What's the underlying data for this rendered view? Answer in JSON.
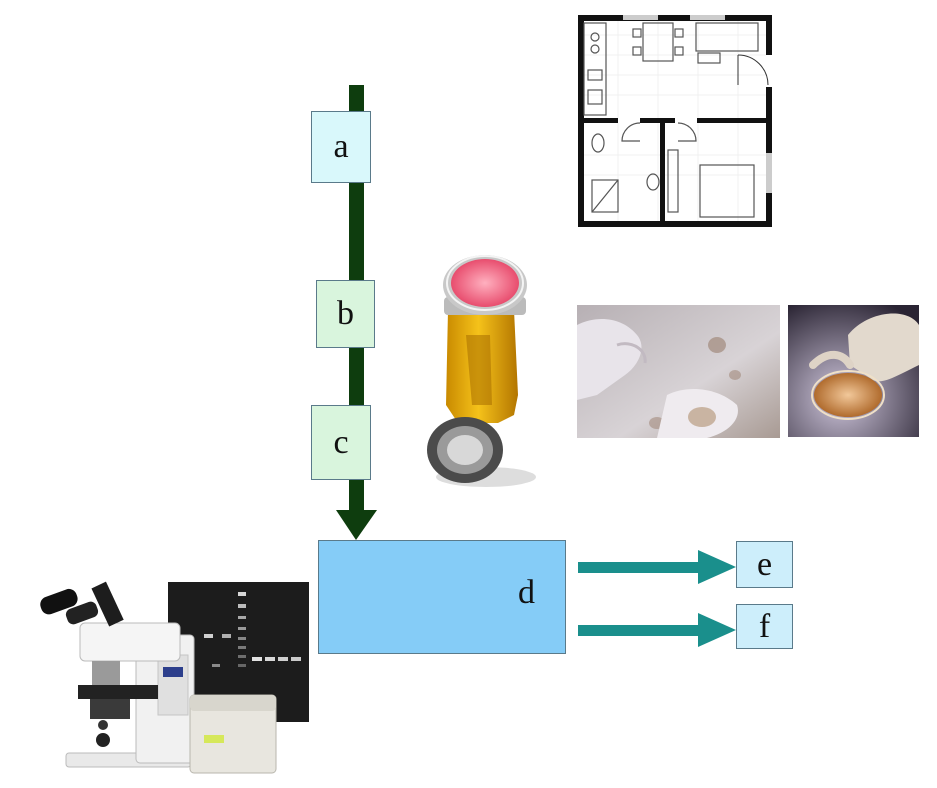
{
  "labels": {
    "a": "a",
    "b": "b",
    "c": "c",
    "d": "d",
    "e": "e",
    "f": "f"
  },
  "icons": {
    "floor_plan": "floor-plan-icon",
    "air_sampler": "air-sampler-icon",
    "gloved_hands_plates": "gloved-hands-plates-image",
    "gloved_hand_dish": "gloved-hand-petri-dish-image",
    "microscope": "microscope-icon",
    "gel": "gel-electrophoresis-image"
  },
  "colors": {
    "main_arrow": "#0e3d0e",
    "output_arrows": "#1a8f8c",
    "box_a": "#d9f8fb",
    "box_bc": "#d9f5dd",
    "box_d": "#85ccf7",
    "box_ef": "#cdeefb"
  }
}
